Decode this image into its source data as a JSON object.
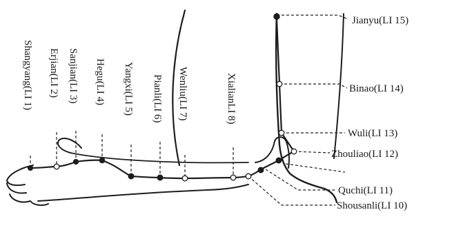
{
  "diagram": {
    "right_labels": {
      "li15": "Jianyu(LI 15)",
      "li14": "Binao(LI 14)",
      "li13": "Wuli(LI 13)",
      "li12": "Zhouliao(LI 12)",
      "li11": "Quchi(LI 11)",
      "li10": "Shousanli(LI 10)"
    },
    "vertical_labels": {
      "li1": "Shangyang(LI 1)",
      "li2": "Erjian(LI 2)",
      "li3": "Sanjian(LI 3)",
      "li4": "Hegu(LI 4)",
      "li5": "Yangxi(LI 5)",
      "li6": "Pianli(LI 6)",
      "li7": "Wenliu(LI 7)",
      "li8": "XialianLI 8)"
    }
  }
}
